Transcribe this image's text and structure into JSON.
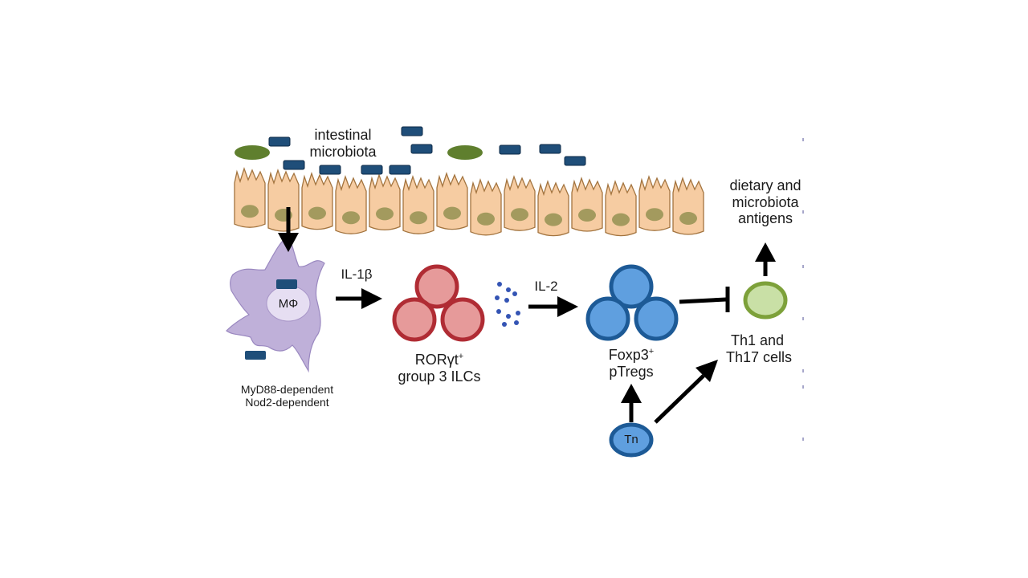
{
  "labels": {
    "microbiota_line1": "intestinal",
    "microbiota_line2": "microbiota",
    "antigens_line1": "dietary and",
    "antigens_line2": "microbiota",
    "antigens_line3": "antigens",
    "macrophage": "MΦ",
    "mac_line1": "MyD88-dependent",
    "mac_line2": "Nod2-dependent",
    "il1b": "IL-1β",
    "ilc_line1": "RORγt",
    "ilc_sup": "+",
    "ilc_line2": "group 3 ILCs",
    "il2": "IL-2",
    "treg_line1": "Foxp3",
    "treg_sup": "+",
    "treg_line2": "pTregs",
    "tn": "Tn",
    "th_line1": "Th1 and",
    "th_line2": "Th17 cells"
  },
  "colors": {
    "epithelium_fill": "#f6cca2",
    "epithelium_stroke": "#a3743f",
    "nucleus": "#a39a5e",
    "bacteria_rod": "#1f4e79",
    "bacteria_oval": "#5f7f2e",
    "macrophage_fill": "#bfb0d9",
    "ilc_fill": "#e69a9a",
    "ilc_stroke": "#b02c34",
    "treg_fill": "#5f9fdf",
    "treg_stroke": "#1d5a96",
    "th_fill": "#c9e0a6",
    "th_stroke": "#7da13a",
    "il2_dots": "#3454b4",
    "arrow": "#000000"
  }
}
